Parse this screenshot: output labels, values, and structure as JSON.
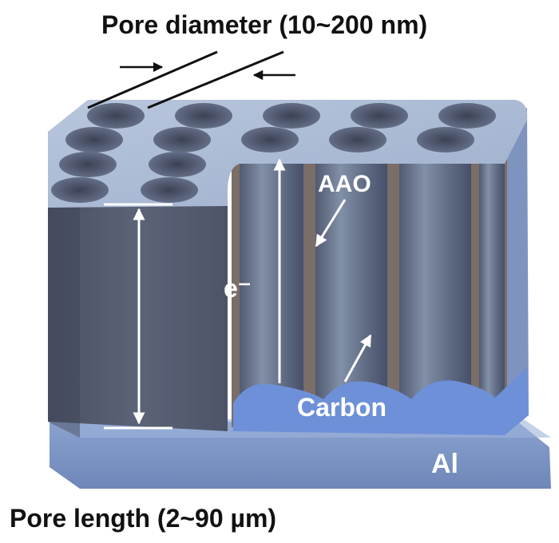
{
  "labels": {
    "pore_diameter": "Pore diameter (10~200 nm)",
    "pore_length": "Pore length (2~90 µm)",
    "aao": "AAO",
    "electron": "e⁻",
    "carbon": "Carbon",
    "al": "Al"
  },
  "colors": {
    "top_surface": "#a9b9d3",
    "block_side": "#545b70",
    "channel_wall": "#6c7a92",
    "aao_layer": "#7d7069",
    "carbon": "#6c8ed6",
    "al_base": "#7f97c5",
    "arrow": "#ffffff",
    "text": "#111111"
  }
}
